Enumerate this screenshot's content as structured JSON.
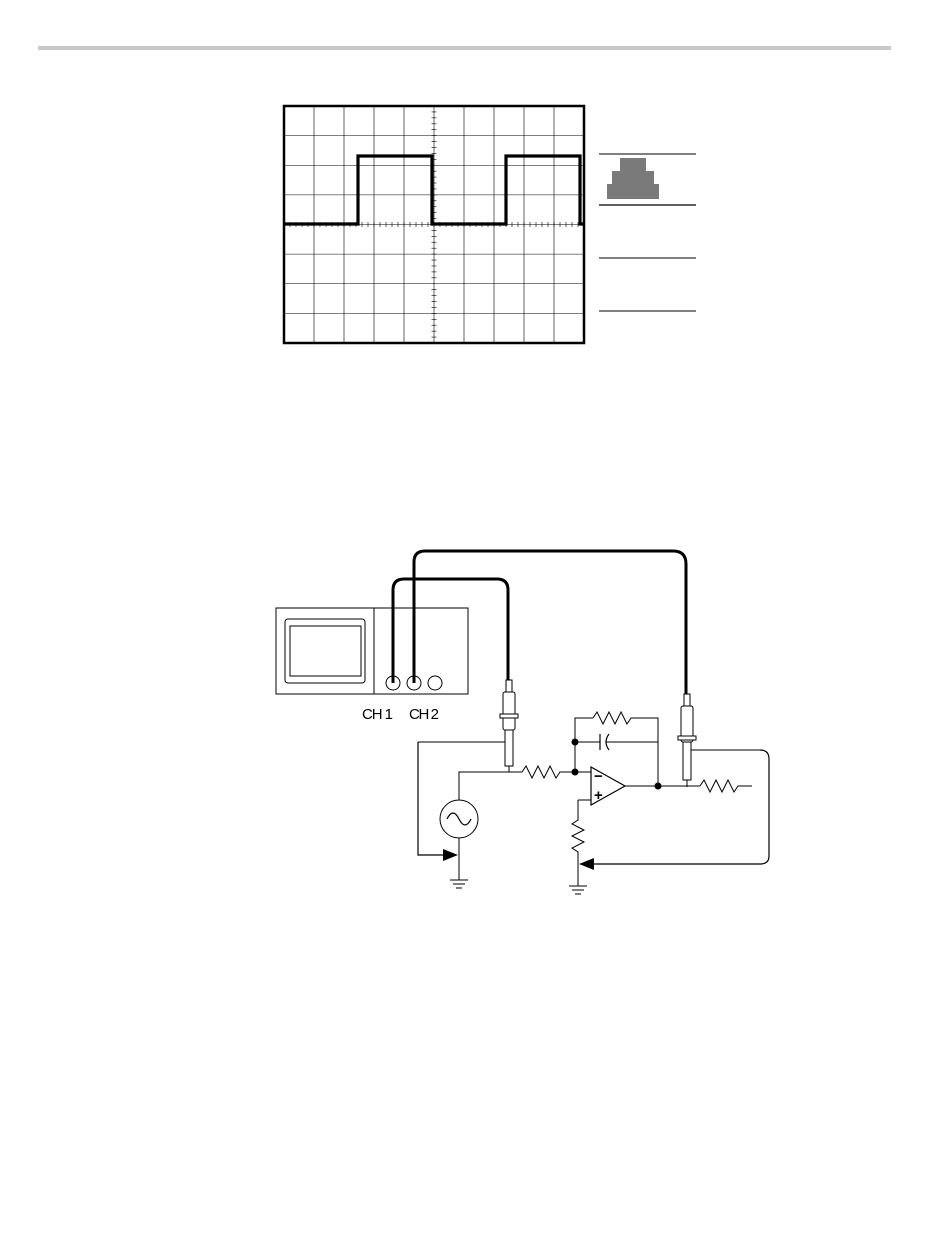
{
  "scope_display": {
    "waveform": "square",
    "cycles_shown": 2
  },
  "connection_diagram": {
    "channel_labels": [
      "CH 1",
      "CH 2"
    ],
    "op_amp_input_labels": [
      "−",
      "+"
    ]
  },
  "colors": {
    "ink": "#000000",
    "page_rule": "#c8c8c8",
    "menu_tab": "#7a7a7a",
    "grid": "#000000"
  }
}
